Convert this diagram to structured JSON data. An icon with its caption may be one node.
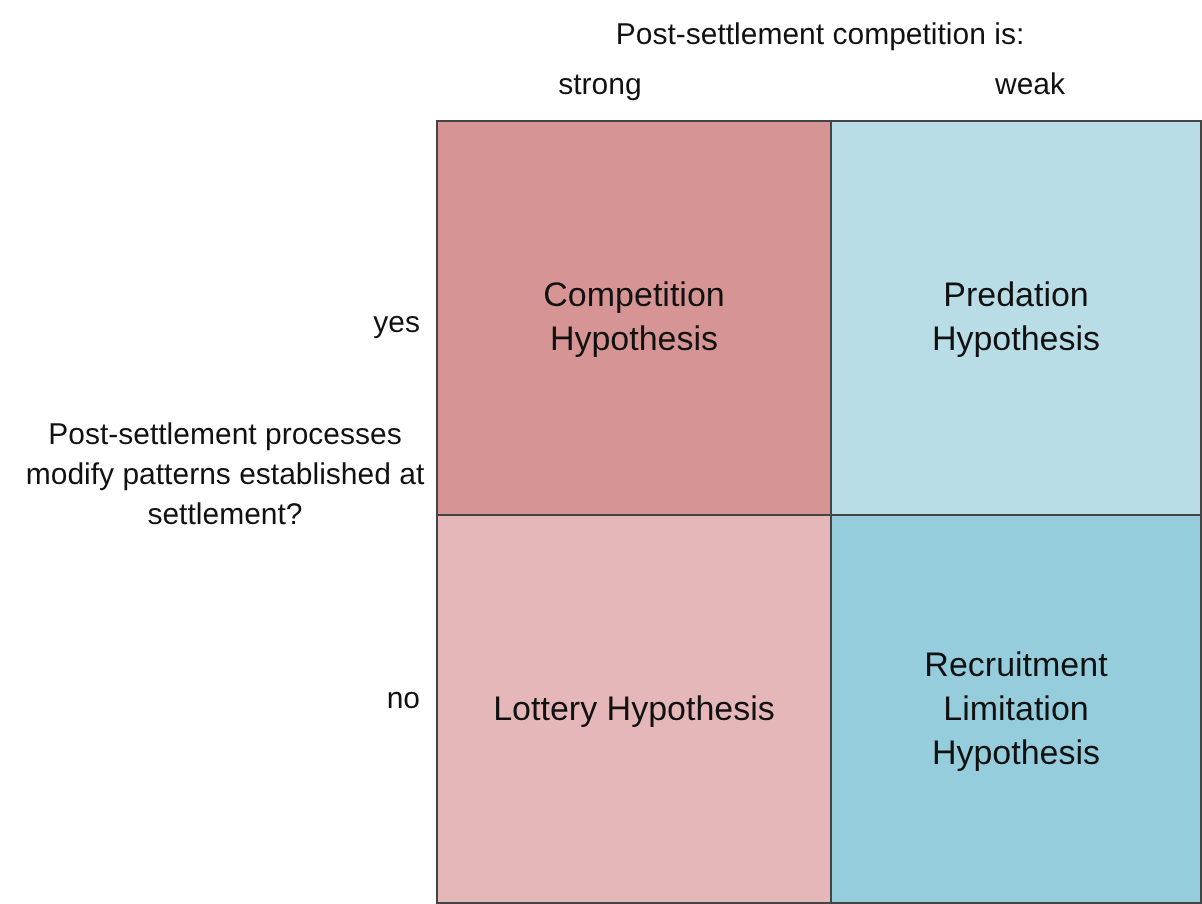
{
  "diagram": {
    "nodes": [
      {
        "text": [
          "Competition Hypothesis"
        ]
      },
      {
        "text": [
          "Predation Hypothesis"
        ]
      },
      {
        "text": [
          "Lottery Hypothesis"
        ]
      },
      {
        "text": [
          "Recruitment Limitation Hypothesis"
        ]
      }
    ],
    "labels": [
      "Post-settlement competition is:",
      "strong",
      "weak",
      "yes",
      "Post-settlement processes modify patterns established at settlement?",
      "no"
    ]
  }
}
